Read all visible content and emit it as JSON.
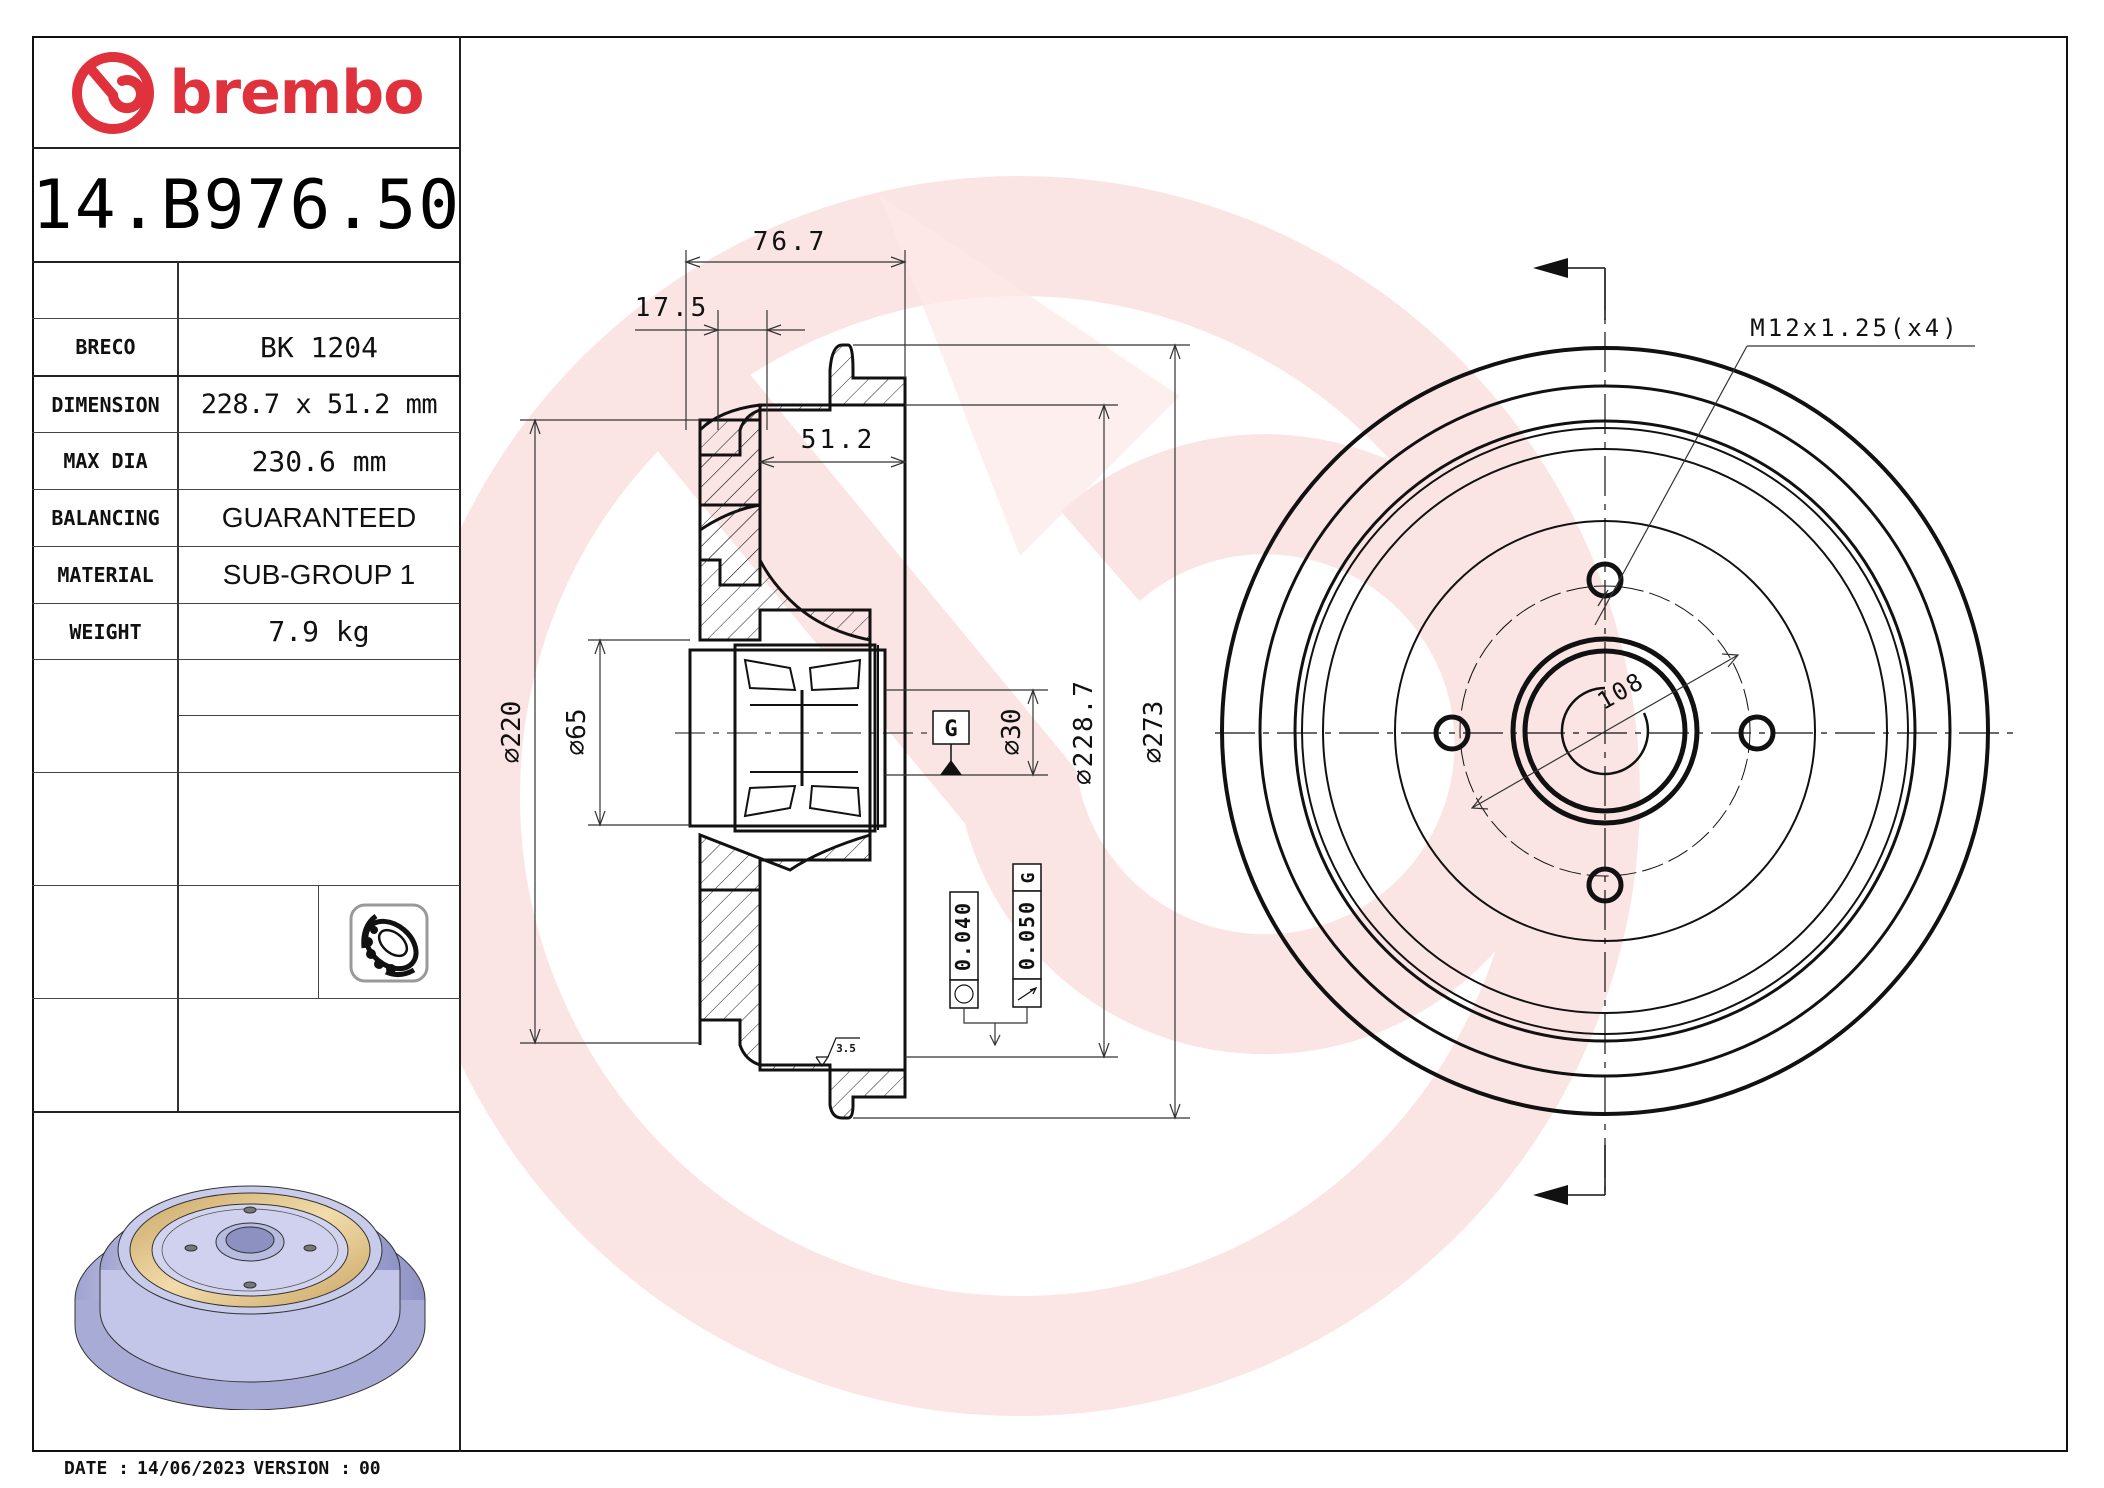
{
  "brand": {
    "name": "brembo",
    "color": "#e0323c",
    "logo_icon": "brembo-disc-logo-icon"
  },
  "part_number": "14.B976.50",
  "spec_table": {
    "rows": [
      {
        "label": "",
        "value": ""
      },
      {
        "label": "BRECO",
        "value": "BK 1204"
      },
      {
        "label": "DIMENSION",
        "value": "228.7 x 51.2 mm"
      },
      {
        "label": "MAX DIA",
        "value": "230.6 mm"
      },
      {
        "label": "BALANCING",
        "value": "GUARANTEED"
      },
      {
        "label": "MATERIAL",
        "value": "SUB-GROUP 1"
      },
      {
        "label": "WEIGHT",
        "value": "7.9 kg"
      }
    ],
    "feature_icon": "wheel-bearing-icon"
  },
  "section_view": {
    "dimensions": {
      "overall_width": "76.7",
      "flange_offset": "17.5",
      "drum_depth": "51.2",
      "dia_220": "220",
      "dia_65": "65",
      "dia_30": "30",
      "dia_228_7": "228.7",
      "dia_273": "273"
    },
    "datum_label": "G",
    "tolerance_circularity": "0.040",
    "tolerance_runout": "0.050",
    "tolerance_runout_datum": "G",
    "roughness": "3.5"
  },
  "front_view": {
    "thread_callout": "M12x1.25(x4)",
    "pcd": "108"
  },
  "footer": {
    "date_label": "DATE :",
    "date_value": "14/06/2023",
    "version_label": "VERSION :",
    "version_value": "00"
  },
  "colors": {
    "watermark": "#fbe3e3",
    "line": "#111111",
    "render_body": "#b8bbe0",
    "render_friction": "#d9b873"
  }
}
